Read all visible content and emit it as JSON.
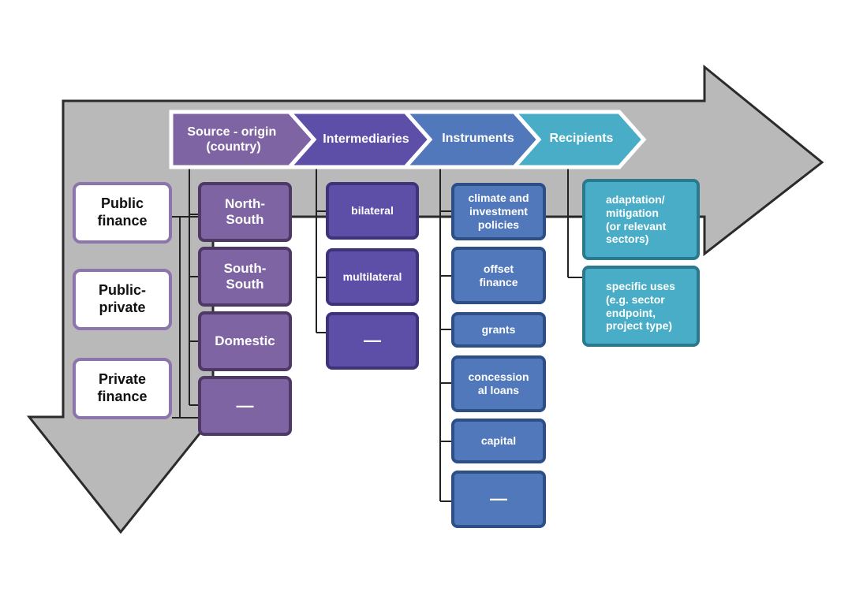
{
  "stages": [
    "Source - origin\n(country)",
    "Intermediaries",
    "Instruments",
    "Recipients"
  ],
  "finance_types": [
    "Public\nfinance",
    "Public-\nprivate",
    "Private\nfinance"
  ],
  "sources": [
    "North-\nSouth",
    "South-\nSouth",
    "Domestic",
    "—"
  ],
  "intermediaries": [
    "bilateral",
    "multilateral",
    "—"
  ],
  "instruments": [
    "climate and\ninvestment\npolicies",
    "offset\nfinance",
    "grants",
    "concession\nal loans",
    "capital",
    "—"
  ],
  "recipients": [
    "adaptation/\nmitigation\n(or relevant\nsectors)",
    "specific uses\n(e.g. sector\nendpoint,\nproject type)"
  ],
  "colors": {
    "arrow": "#b9b9b9",
    "source": "#7e64a2",
    "intermediaries": "#5d4fa8",
    "instruments": "#5078bb",
    "recipients": "#49adc7"
  }
}
